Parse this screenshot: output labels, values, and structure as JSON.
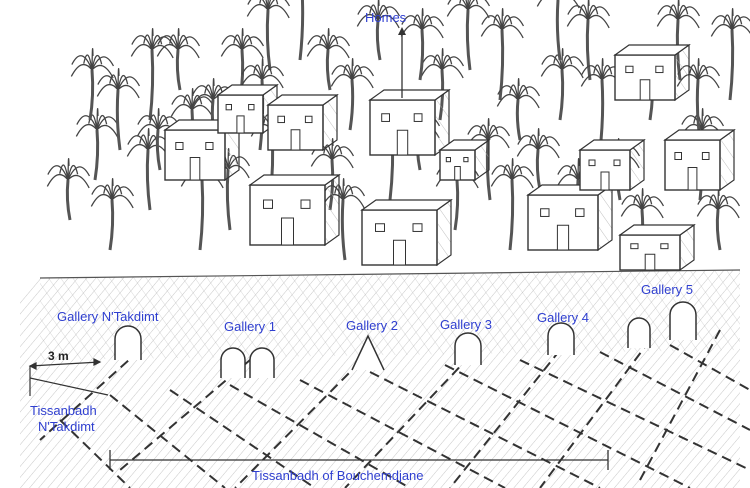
{
  "labels": {
    "homes": "Homes",
    "gallery_ntakdimt": "Gallery N'Takdimt",
    "gallery_1": "Gallery 1",
    "gallery_2": "Gallery 2",
    "gallery_3": "Gallery 3",
    "gallery_4": "Gallery 4",
    "gallery_5": "Gallery 5",
    "scale": "3 m",
    "tissanbadh_line1": "Tissanbadh",
    "tissanbadh_line2": "N'Takdimt",
    "bouchemdjane": "Tissanbadh of Bouchemdjane"
  },
  "colors": {
    "label_blue": "#2f3fd0",
    "ink": "#333333"
  }
}
